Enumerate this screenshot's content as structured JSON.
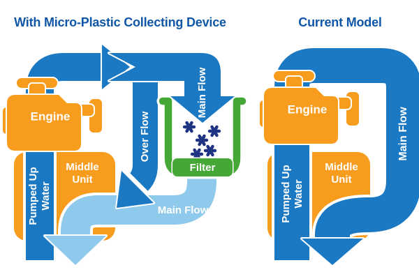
{
  "titles": {
    "left": "With Micro-Plastic Collecting Device",
    "right": "Current Model"
  },
  "left_diagram": {
    "engine_label": "Engine",
    "pumped_label_line1": "Pumped Up",
    "pumped_label_line2": "Water",
    "middle_unit_line1": "Middle",
    "middle_unit_line2": "Unit",
    "over_flow_label": "Over Flow",
    "main_flow_top_label": "Main Flow",
    "main_flow_bottom_label": "Main Flow",
    "filter_label": "Filter",
    "particle_count": 5
  },
  "right_diagram": {
    "engine_label": "Engine",
    "pumped_label_line1": "Pumped Up",
    "pumped_label_line2": "Water",
    "middle_unit_line1": "Middle",
    "middle_unit_line2": "Unit",
    "main_flow_label": "Main Flow"
  },
  "colors": {
    "flow_blue": "#1b79c4",
    "light_blue": "#8fc9ec",
    "orange": "#f89c1e",
    "green": "#45a735",
    "particle_navy": "#1e3382",
    "title_blue": "#1057a8"
  }
}
